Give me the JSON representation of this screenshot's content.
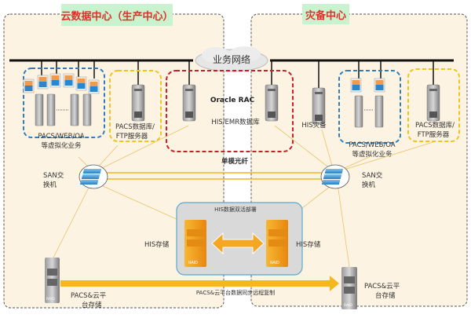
{
  "left_center": {
    "title": "云数据中心（生产中心）"
  },
  "right_center": {
    "title": "灾备中心"
  },
  "network": {
    "label": "业务网络"
  },
  "oracle_rac": {
    "title": "Oracle RAC",
    "db_label": "HIS/EMR数据库"
  },
  "left": {
    "virt_line1": "PACS/WEB/OA",
    "virt_line2": "等虚拟化业务",
    "pacs_db_line1": "PACS数据库/",
    "pacs_db_line2": "FTP服务器",
    "san_line1": "SAN交",
    "san_line2": "换机",
    "his_storage": "HIS存储",
    "pacs_storage_line1": "PACS&云平",
    "pacs_storage_line2": "台存储"
  },
  "right": {
    "his_backup": "HIS灾备",
    "virt_line1": "PACS/WEB/OA",
    "virt_line2": "等虚拟化业务",
    "pacs_db_line1": "PACS数据库/",
    "pacs_db_line2": "FTP服务器",
    "san_line1": "SAN交",
    "san_line2": "换机",
    "his_storage": "HIS存储",
    "pacs_storage_line1": "PACS&云平",
    "pacs_storage_line2": "台存储"
  },
  "fiber": {
    "label": "单模光纤"
  },
  "active_active": {
    "label": "HIS数据双活部署"
  },
  "replication": {
    "label": "PACS&云平台数据同步远程复制"
  },
  "raid_label": "RAID",
  "colors": {
    "title_red": "#e0302a",
    "title_bg": "#c9f2cf",
    "region_bg": "#fdf3e2",
    "orange": "#f5a623",
    "blue_dash": "#2f7fbf",
    "yellow_dash": "#f0c419",
    "red_dash": "#c8202a"
  }
}
